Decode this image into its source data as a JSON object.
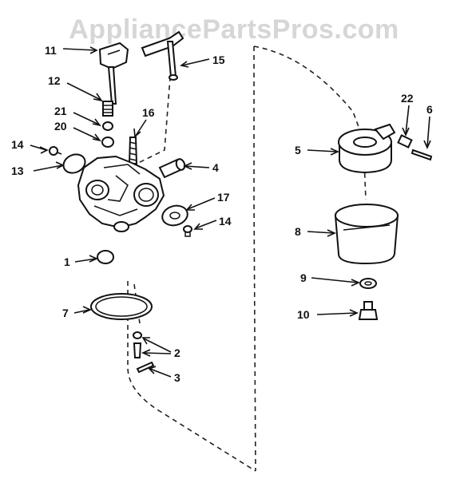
{
  "watermark": {
    "text": "AppliancePartsPros.com"
  },
  "callouts": [
    {
      "id": "c11",
      "text": "11"
    },
    {
      "id": "c15",
      "text": "15"
    },
    {
      "id": "c12",
      "text": "12"
    },
    {
      "id": "c21",
      "text": "21"
    },
    {
      "id": "c20",
      "text": "20"
    },
    {
      "id": "c16",
      "text": "16"
    },
    {
      "id": "c14a",
      "text": "14"
    },
    {
      "id": "c13",
      "text": "13"
    },
    {
      "id": "c4",
      "text": "4"
    },
    {
      "id": "c17",
      "text": "17"
    },
    {
      "id": "c14b",
      "text": "14"
    },
    {
      "id": "c1",
      "text": "1"
    },
    {
      "id": "c7",
      "text": "7"
    },
    {
      "id": "c2",
      "text": "2"
    },
    {
      "id": "c3",
      "text": "3"
    },
    {
      "id": "c22",
      "text": "22"
    },
    {
      "id": "c6",
      "text": "6"
    },
    {
      "id": "c5",
      "text": "5"
    },
    {
      "id": "c8",
      "text": "8"
    },
    {
      "id": "c9",
      "text": "9"
    },
    {
      "id": "c10",
      "text": "10"
    }
  ]
}
